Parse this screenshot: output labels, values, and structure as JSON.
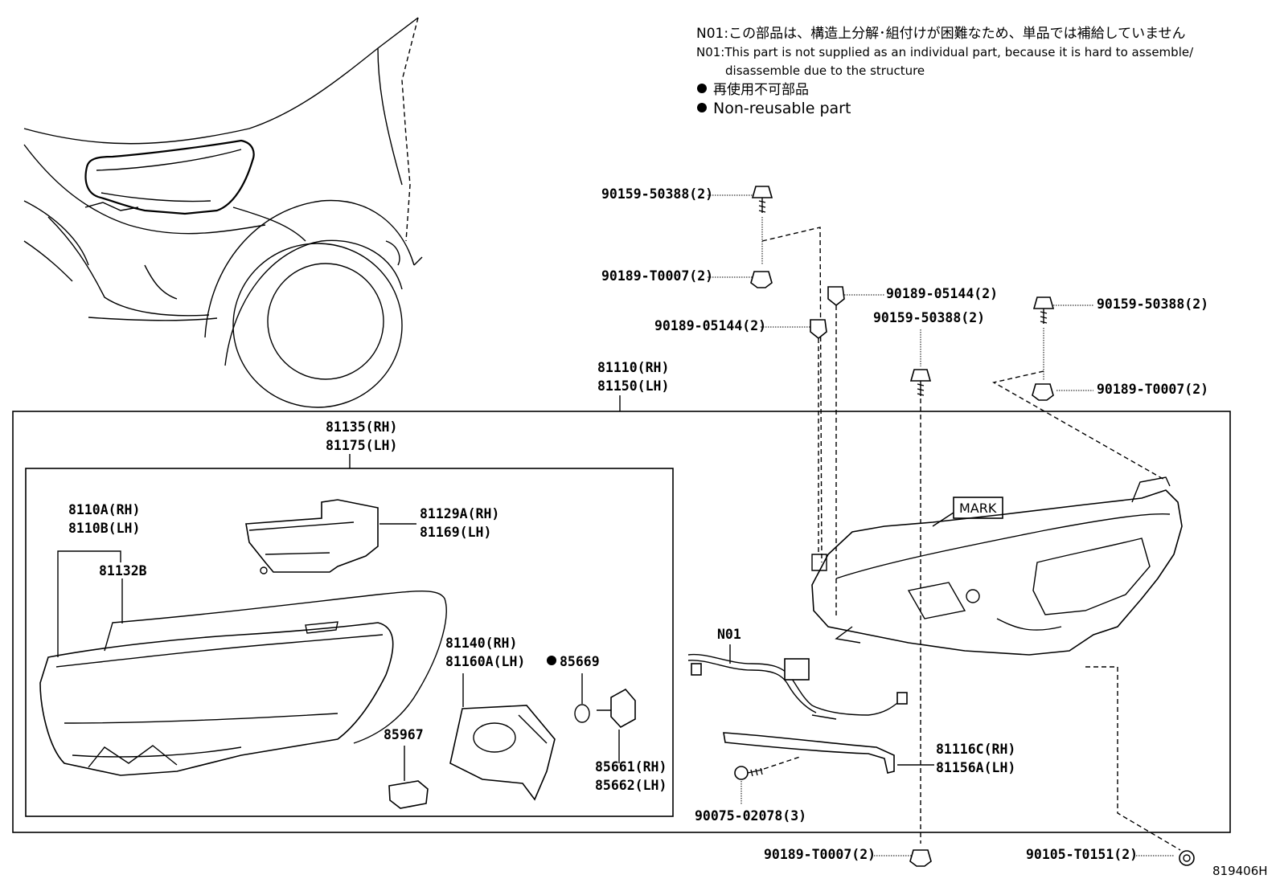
{
  "notes": {
    "n01_jp": "N01:この部品は、構造上分解･組付けが困難なため、単品では補給していません",
    "n01_en_line1": "N01:This part is not supplied as an individual part, because it is hard to assemble/",
    "n01_en_line2": "disassemble due to the structure",
    "nonreusable_jp": "再使用不可部品",
    "nonreusable_en": "Non-reusable part"
  },
  "parts": {
    "p90159_50388_top": "90159-50388(2)",
    "p90189_T0007_top": "90189-T0007(2)",
    "p90189_05144_a": "90189-05144(2)",
    "p90189_05144_b": "90189-05144(2)",
    "p90159_50388_mid": "90159-50388(2)",
    "p90159_50388_right": "90159-50388(2)",
    "p90189_T0007_right": "90189-T0007(2)",
    "p81110": "81110(RH)",
    "p81150": "81150(LH)",
    "p81135": "81135(RH)",
    "p81175": "81175(LH)",
    "p8110A": "8110A(RH)",
    "p8110B": "8110B(LH)",
    "p81132B": "81132B",
    "p81129A": "81129A(RH)",
    "p81169": "81169(LH)",
    "p81140": "81140(RH)",
    "p81160A": "81160A(LH)",
    "p85669": "85669",
    "p85967": "85967",
    "p85661": "85661(RH)",
    "p85662": "85662(LH)",
    "pN01": "N01",
    "p81116C": "81116C(RH)",
    "p81156A": "81156A(LH)",
    "p90075": "90075-02078(3)",
    "p90189_T0007_bottom": "90189-T0007(2)",
    "p90105": "90105-T0151(2)"
  },
  "mark_label": "MARK",
  "diagram_id": "819406H"
}
